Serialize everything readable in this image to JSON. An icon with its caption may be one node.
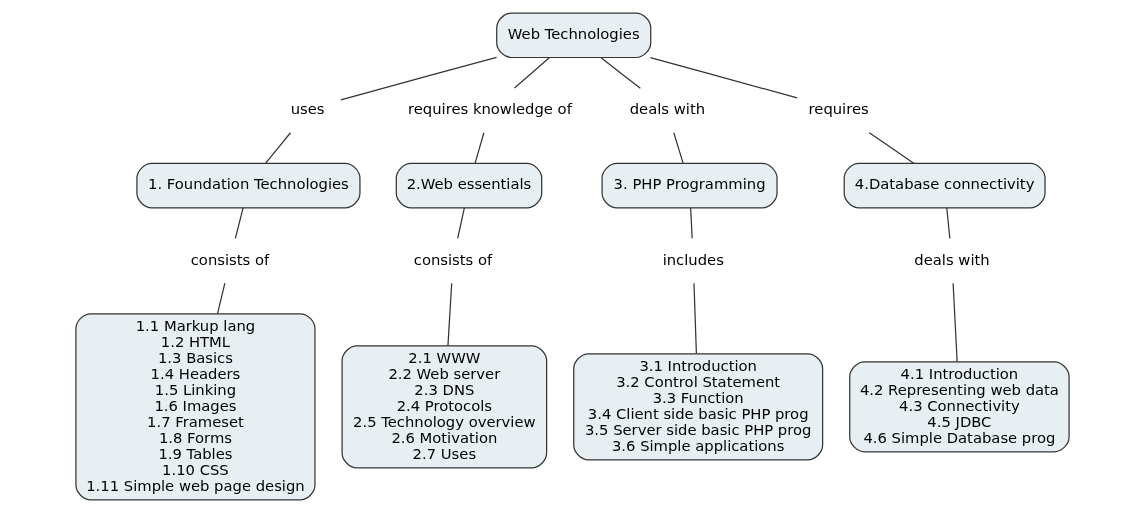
{
  "diagram": {
    "nodes": [
      {
        "text": [
          "Web Technologies"
        ]
      },
      {
        "text": [
          "uses"
        ]
      },
      {
        "text": [
          "requires knowledge of"
        ]
      },
      {
        "text": [
          "deals with"
        ]
      },
      {
        "text": [
          "requires"
        ]
      },
      {
        "text": [
          "1. Foundation Technologies"
        ]
      },
      {
        "text": [
          "2.Web essentials"
        ]
      },
      {
        "text": [
          "3. PHP Programming"
        ]
      },
      {
        "text": [
          "4.Database connectivity"
        ]
      },
      {
        "text": [
          "consists of"
        ]
      },
      {
        "text": [
          "consists of"
        ]
      },
      {
        "text": [
          "includes"
        ]
      },
      {
        "text": [
          "deals with"
        ]
      },
      {
        "text": [
          "1.1 Markup lang",
          "1.2 HTML",
          "1.3 Basics",
          "1.4 Headers",
          "1.5 Linking",
          "1.6 Images",
          "1.7 Frameset",
          "1.8 Forms",
          "1.9 Tables",
          "1.10 CSS",
          "1.11 Simple web page design"
        ]
      },
      {
        "text": [
          "2.1 WWW",
          "2.2 Web server",
          "2.3 DNS",
          "2.4 Protocols",
          "2.5 Technology overview",
          "2.6 Motivation",
          "2.7 Uses"
        ]
      },
      {
        "text": [
          "3.1 Introduction",
          "3.2 Control Statement",
          "3.3 Function",
          "3.4 Client side basic PHP prog",
          "3.5 Server side basic PHP prog",
          "3.6 Simple applications"
        ]
      },
      {
        "text": [
          "4.1 Introduction",
          "4.2 Representing web data",
          "4.3 Connectivity",
          "4.5 JDBC",
          "4.6 Simple Database prog"
        ]
      }
    ],
    "edges": [
      {
        "from": 0,
        "to": 1,
        "arrow": "none"
      },
      {
        "from": 0,
        "to": 2,
        "arrow": "none"
      },
      {
        "from": 0,
        "to": 3,
        "arrow": "none"
      },
      {
        "from": 0,
        "to": 4,
        "arrow": "none"
      },
      {
        "from": 1,
        "to": 5,
        "arrow": "none"
      },
      {
        "from": 2,
        "to": 6,
        "arrow": "none"
      },
      {
        "from": 3,
        "to": 7,
        "arrow": "none"
      },
      {
        "from": 4,
        "to": 8,
        "arrow": "none"
      },
      {
        "from": 5,
        "to": 9,
        "arrow": "none"
      },
      {
        "from": 6,
        "to": 10,
        "arrow": "none"
      },
      {
        "from": 7,
        "to": 11,
        "arrow": "none"
      },
      {
        "from": 8,
        "to": 12,
        "arrow": "none"
      },
      {
        "from": 9,
        "to": 13,
        "arrow": "none"
      },
      {
        "from": 10,
        "to": 14,
        "arrow": "none"
      },
      {
        "from": 11,
        "to": 15,
        "arrow": "none"
      },
      {
        "from": 12,
        "to": 16,
        "arrow": "none"
      }
    ]
  }
}
